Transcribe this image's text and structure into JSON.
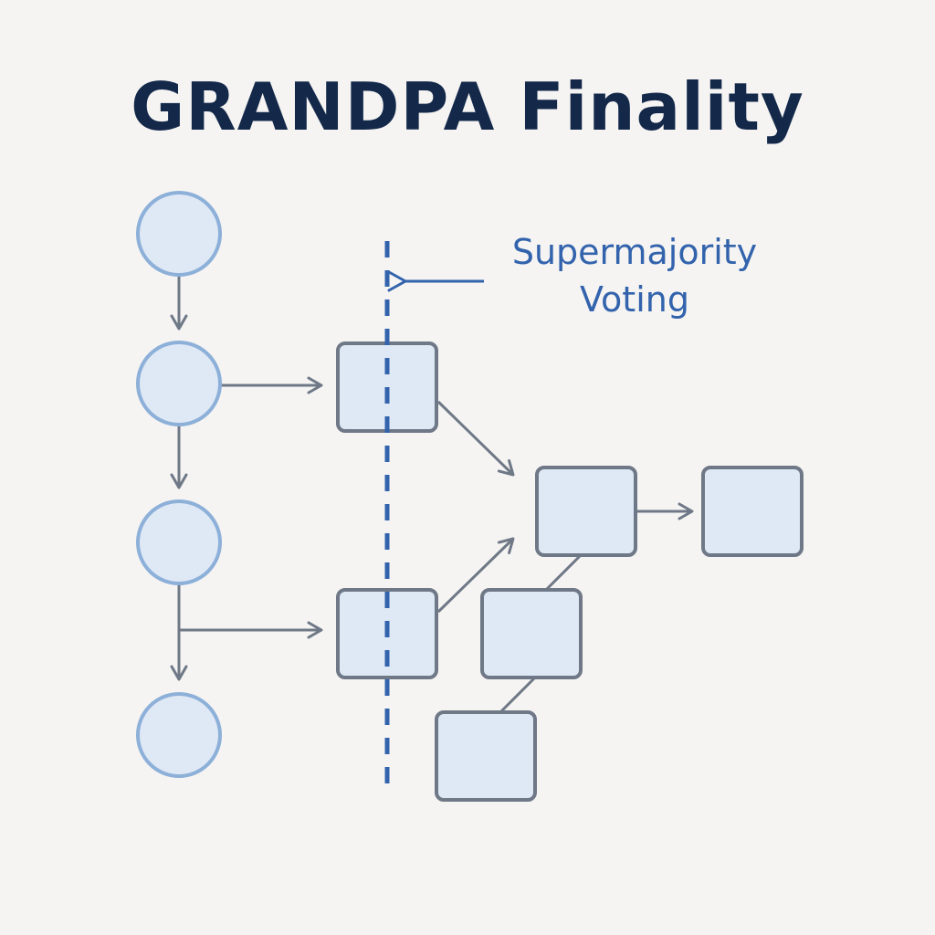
{
  "title": "GRANDPA Finality",
  "annotation": {
    "line1": "Supermajority",
    "line2": "Voting"
  },
  "colors": {
    "background": "#f5f4f3",
    "title": "#14294a",
    "accent": "#3263ac",
    "circle_fill": "#dfe8f5",
    "circle_stroke": "#8db0d9",
    "box_fill": "#dfe8f5",
    "box_stroke": "#6f7886",
    "arrow": "#6f7886"
  },
  "nodes": {
    "chain": [
      "block-1",
      "block-2",
      "block-3",
      "block-4"
    ],
    "vote_boxes": [
      "vote-box-upper",
      "vote-box-lower"
    ],
    "fork_boxes": [
      "fork-box-center",
      "fork-box-right",
      "fork-box-mid",
      "fork-box-bottom"
    ]
  }
}
